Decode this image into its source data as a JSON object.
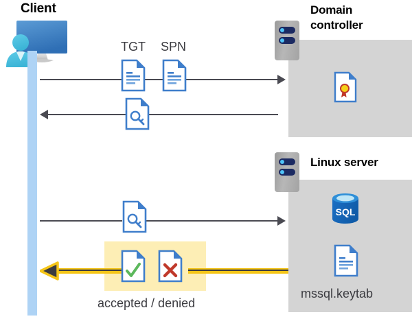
{
  "diagram": {
    "title_client": "Client",
    "title_domain_controller": "Domain controller",
    "title_linux_server": "Linux server"
  },
  "labels": {
    "tgt": "TGT",
    "spn": "SPN",
    "accepted_denied": "accepted / denied",
    "keytab": "mssql.keytab",
    "sql": "SQL"
  },
  "icons": {
    "client_monitor": "monitor-icon",
    "client_person": "user-icon",
    "server_rack": "server-rack-icon",
    "doc_tgt": "document-icon",
    "doc_spn": "document-icon",
    "doc_ticket_reply": "document-key-icon",
    "doc_ticket_request": "document-key-icon",
    "doc_accepted": "document-check-icon",
    "doc_denied": "document-x-icon",
    "doc_certificate": "certificate-document-icon",
    "doc_keytab": "document-icon",
    "sql_database": "sql-database-icon"
  },
  "colors": {
    "panel_gray": "#d4d4d4",
    "lifeline_blue": "#aed3f5",
    "highlight_yellow": "#fdeeb5",
    "arrow_yellow": "#f5c518",
    "line_gray": "#4a4a52",
    "doc_blue": "#3f7ecb",
    "accept_green": "#5cb85c",
    "deny_red": "#c0392b",
    "sql_blue": "#0f6cbd",
    "cert_gold": "#f5c518",
    "cert_red": "#c0392b",
    "rack_navy": "#1b2a62",
    "rack_dot_cyan": "#4fc3f7"
  },
  "flows": [
    {
      "name": "client-to-dc-request",
      "direction": "right",
      "payload": [
        "TGT",
        "SPN"
      ]
    },
    {
      "name": "dc-to-client-ticket",
      "direction": "left",
      "payload": [
        "service-ticket"
      ]
    },
    {
      "name": "client-to-linux-ticket",
      "direction": "right",
      "payload": [
        "service-ticket"
      ]
    },
    {
      "name": "linux-to-client-result",
      "direction": "left",
      "payload": [
        "accepted / denied"
      ],
      "highlighted": true
    }
  ]
}
